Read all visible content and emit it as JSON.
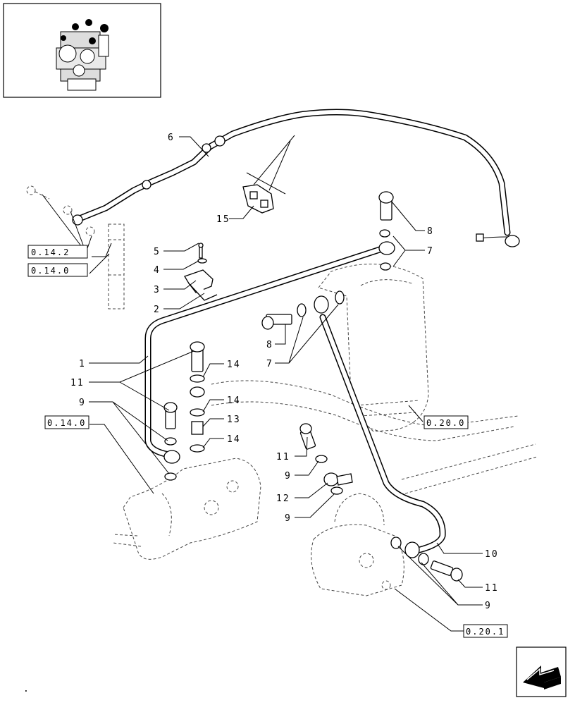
{
  "callouts": {
    "c1": "1",
    "c2": "2",
    "c3": "3",
    "c4": "4",
    "c5": "5",
    "c6": "6",
    "c7a": "7",
    "c7b": "7",
    "c8a": "8",
    "c8b": "8",
    "c9a": "9",
    "c9b": "9",
    "c9c": "9",
    "c9d": "9",
    "c10": "10",
    "c11a": "11",
    "c11b": "11",
    "c11c": "11",
    "c12": "12",
    "c13": "13",
    "c14a": "14",
    "c14b": "14",
    "c14c": "14",
    "c15": "15"
  },
  "refs": {
    "r0142": "0.14.2",
    "r0140a": "0.14.0",
    "r0140b": "0.14.0",
    "r0200": "0.20.0",
    "r0201": "0.20.1"
  },
  "footer": {
    "dot": "."
  }
}
